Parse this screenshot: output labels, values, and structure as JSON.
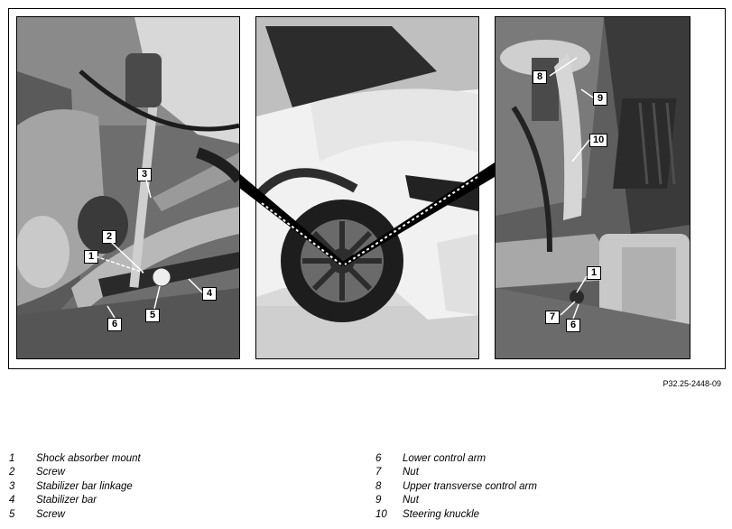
{
  "callouts": {
    "left": [
      "1",
      "2",
      "3",
      "4",
      "5",
      "6"
    ],
    "right": [
      "8",
      "9",
      "10",
      "1",
      "7",
      "6"
    ]
  },
  "figure_ref": "P32.25-2448-09",
  "legend": [
    {
      "num": "1",
      "text": "Shock absorber mount"
    },
    {
      "num": "2",
      "text": "Screw"
    },
    {
      "num": "3",
      "text": "Stabilizer bar linkage"
    },
    {
      "num": "4",
      "text": "Stabilizer bar"
    },
    {
      "num": "5",
      "text": "Screw"
    },
    {
      "num": "6",
      "text": "Lower control arm"
    },
    {
      "num": "7",
      "text": "Nut"
    },
    {
      "num": "8",
      "text": "Upper transverse control arm"
    },
    {
      "num": "9",
      "text": "Nut"
    },
    {
      "num": "10",
      "text": "Steering knuckle"
    }
  ]
}
